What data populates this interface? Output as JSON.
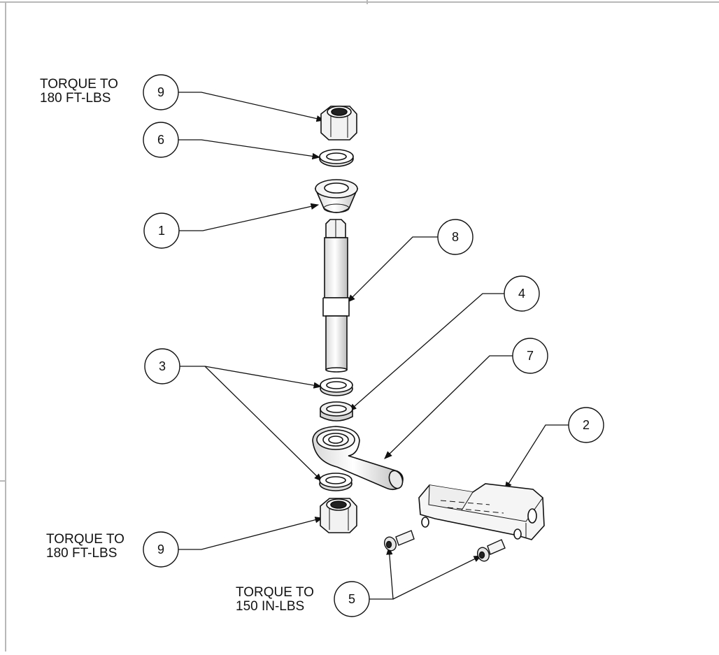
{
  "notes": {
    "top_nut": {
      "line1": "TORQUE TO",
      "line2": "180 FT-LBS"
    },
    "bottom_nut": {
      "line1": "TORQUE TO",
      "line2": "180 FT-LBS"
    },
    "screws": {
      "line1": "TORQUE TO",
      "line2": "150 IN-LBS"
    }
  },
  "balloons": {
    "b9_top": "9",
    "b6": "6",
    "b1": "1",
    "b8": "8",
    "b4": "4",
    "b3": "3",
    "b7": "7",
    "b2": "2",
    "b9_bottom": "9",
    "b5": "5"
  }
}
